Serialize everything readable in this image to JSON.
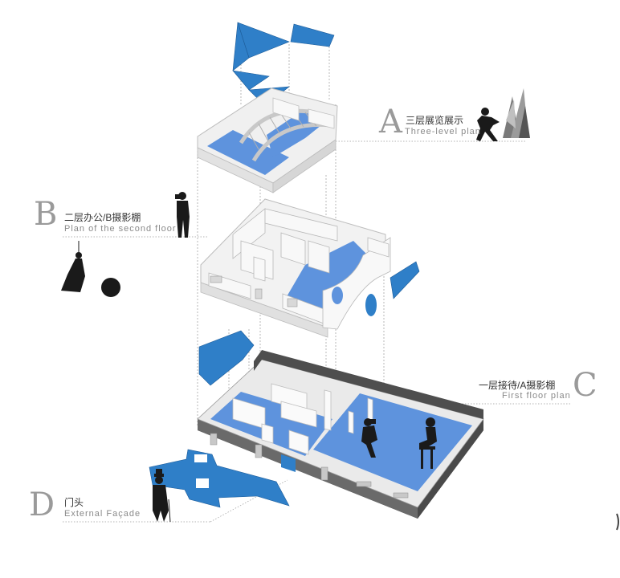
{
  "colors": {
    "accent_blue": "#2f7fc8",
    "floor_blue": "#5e93dd",
    "wall_white": "#f4f4f4",
    "wall_dark": "#545454",
    "label_letter": "#9a9a9a"
  },
  "labels": {
    "a": {
      "letter": "A",
      "cn": "三层展览展示",
      "en": "Three-level  plan"
    },
    "b": {
      "letter": "B",
      "cn": "二层办公/B摄影棚",
      "en": "Plan  of  the  second  floor"
    },
    "c": {
      "letter": "C",
      "cn": "一层接待/A摄影棚",
      "en": "First  floor  plan"
    },
    "d": {
      "letter": "D",
      "cn": "门头",
      "en": "External  Façade"
    }
  }
}
